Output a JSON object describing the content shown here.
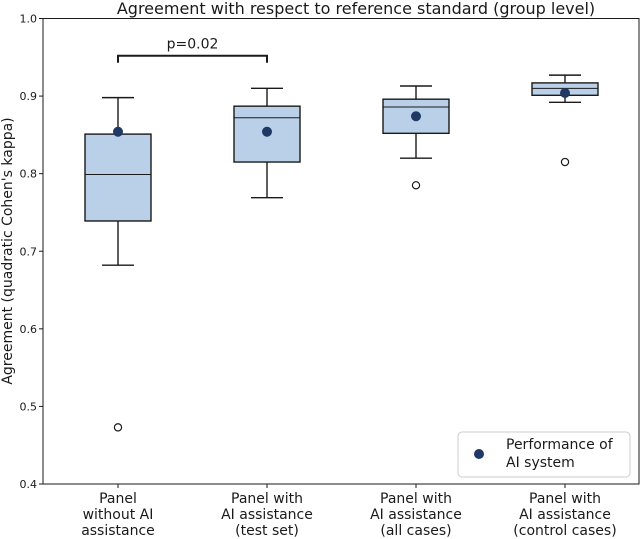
{
  "chart_data": {
    "type": "box",
    "title": "Agreement with respect to reference standard (group level)",
    "ylabel": "Agreement (quadratic Cohen's kappa)",
    "xlabel": "",
    "ylim": [
      0.4,
      1.0
    ],
    "yticks": [
      "0.4",
      "0.5",
      "0.6",
      "0.7",
      "0.8",
      "0.9",
      "1.0"
    ],
    "categories": [
      [
        "Panel",
        "without AI",
        "assistance"
      ],
      [
        "Panel with",
        "AI assistance",
        "(test set)"
      ],
      [
        "Panel with",
        "AI assistance",
        "(all cases)"
      ],
      [
        "Panel with",
        "AI assistance",
        "(control cases)"
      ]
    ],
    "boxes": [
      {
        "whisker_low": 0.682,
        "q1": 0.739,
        "median": 0.799,
        "q3": 0.851,
        "whisker_high": 0.898,
        "outliers": [
          0.473
        ]
      },
      {
        "whisker_low": 0.769,
        "q1": 0.815,
        "median": 0.872,
        "q3": 0.887,
        "whisker_high": 0.91,
        "outliers": []
      },
      {
        "whisker_low": 0.82,
        "q1": 0.852,
        "median": 0.886,
        "q3": 0.896,
        "whisker_high": 0.913,
        "outliers": [
          0.785
        ]
      },
      {
        "whisker_low": 0.892,
        "q1": 0.901,
        "median": 0.91,
        "q3": 0.917,
        "whisker_high": 0.927,
        "outliers": [
          0.815
        ]
      }
    ],
    "ai_performance": [
      0.854,
      0.854,
      0.874,
      0.904
    ],
    "legend": {
      "label_line1": "Performance of",
      "label_line2": "AI system",
      "position": "lower-right"
    },
    "annotation": {
      "text": "p=0.02",
      "from_category": 0,
      "to_category": 1,
      "y": 0.952
    },
    "colors": {
      "box_fill": "#bad0e8",
      "marker": "#1f3864",
      "line": "#1a1a1a"
    },
    "grid": false
  }
}
